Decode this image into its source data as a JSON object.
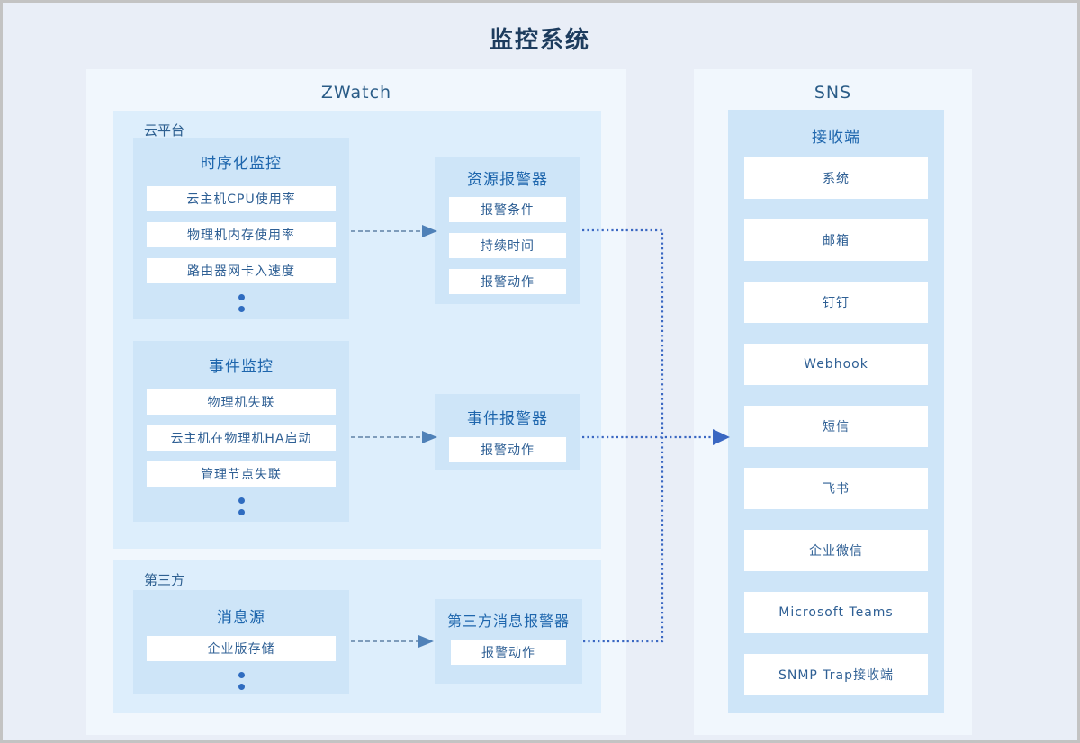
{
  "title": "监控系统",
  "colors": {
    "page_bg": "#e9eef7",
    "panel_bg": "#f1f7fd",
    "container_bg": "#ddeefc",
    "box_bg": "#cee5f8",
    "row_bg": "#ffffff",
    "title_text": "#1d3c5e",
    "box_title_text": "#1e66ad",
    "row_text": "#2e5f94",
    "dashed_arrow": "#7e9cbb",
    "dashed_arrowhead": "#4f81b8",
    "dotted_connector": "#3a67c2"
  },
  "zwatch": {
    "title": "ZWatch",
    "cloud_platform": {
      "label": "云平台",
      "timeseries_monitor": {
        "title": "时序化监控",
        "items": [
          "云主机CPU使用率",
          "物理机内存使用率",
          "路由器网卡入速度"
        ]
      },
      "event_monitor": {
        "title": "事件监控",
        "items": [
          "物理机失联",
          "云主机在物理机HA启动",
          "管理节点失联"
        ]
      },
      "resource_alarm": {
        "title": "资源报警器",
        "items": [
          "报警条件",
          "持续时间",
          "报警动作"
        ]
      },
      "event_alarm": {
        "title": "事件报警器",
        "items": [
          "报警动作"
        ]
      }
    },
    "third_party": {
      "label": "第三方",
      "message_source": {
        "title": "消息源",
        "items": [
          "企业版存储"
        ]
      },
      "third_party_alarm": {
        "title": "第三方消息报警器",
        "items": [
          "报警动作"
        ]
      }
    }
  },
  "sns": {
    "title": "SNS",
    "receiver": {
      "title": "接收端",
      "items": [
        "系统",
        "邮箱",
        "钉钉",
        "Webhook",
        "短信",
        "飞书",
        "企业微信",
        "Microsoft Teams",
        "SNMP Trap接收端"
      ]
    }
  }
}
